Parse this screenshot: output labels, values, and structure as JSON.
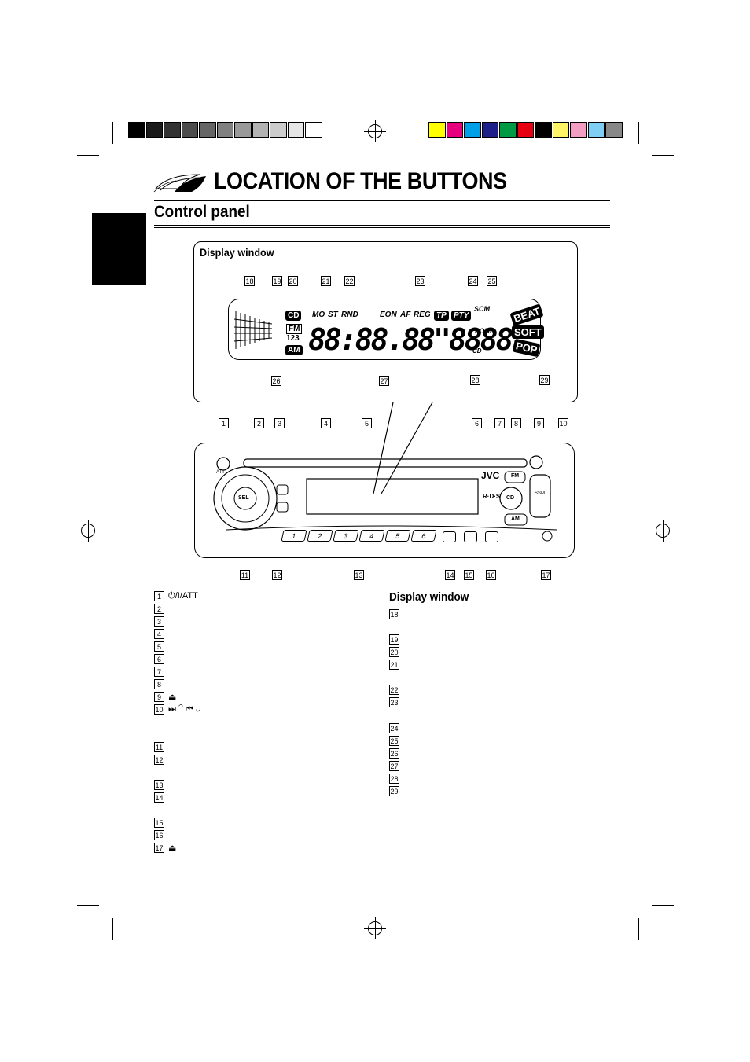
{
  "page_title": "LOCATION OF THE BUTTONS",
  "section_title": "Control panel",
  "callout_label": "Display window",
  "list_section_label": "Display window",
  "color_bar_left": [
    "#000000",
    "#1a1a1a",
    "#333333",
    "#4d4d4d",
    "#666666",
    "#808080",
    "#999999",
    "#b3b3b3",
    "#cccccc",
    "#e6e6e6",
    "#ffffff"
  ],
  "color_bar_right": [
    "#ffff00",
    "#e6007e",
    "#00a0e9",
    "#1d2088",
    "#009944",
    "#e60012",
    "#000000",
    "#fff566",
    "#f19ec2",
    "#7fcef4",
    "#888888"
  ],
  "lcd": {
    "cd": "CD",
    "fm": "FM",
    "preset_nums": "123",
    "am": "AM",
    "mo": "MO",
    "st": "ST",
    "rnd": "RND",
    "eon": "EON",
    "af": "AF",
    "reg": "REG",
    "tp": "TP",
    "pty": "PTY",
    "scm": "SCM",
    "loud": "LOUD",
    "cd_small": "CD",
    "beat": "BEAT",
    "soft": "SOFT",
    "pop": "POP",
    "segments": "88:88.88\"8888"
  },
  "panel": {
    "brand": "JVC",
    "sel": "SEL",
    "fm": "FM",
    "cd": "CD",
    "am": "AM",
    "ssm": "SSM",
    "rds": "R·D·S",
    "att": "ATT",
    "presets": [
      "1",
      "2",
      "3",
      "4",
      "5",
      "6"
    ]
  },
  "callout_numbers": [
    "18",
    "19",
    "20",
    "21",
    "22",
    "23",
    "24",
    "25",
    "26",
    "27",
    "28",
    "29"
  ],
  "panel_top_numbers": [
    "1",
    "2",
    "3",
    "4",
    "5",
    "6",
    "7",
    "8",
    "9",
    "10"
  ],
  "panel_bottom_numbers": [
    "11",
    "12",
    "13",
    "14",
    "15",
    "16",
    "17"
  ],
  "left_list": [
    "1",
    "2",
    "3",
    "4",
    "5",
    "6",
    "7",
    "8",
    "9",
    "10",
    "11",
    "12",
    "13",
    "14",
    "15",
    "16",
    "17"
  ],
  "right_list": [
    "18",
    "19",
    "20",
    "21",
    "22",
    "23",
    "24",
    "25",
    "26",
    "27",
    "28",
    "29"
  ],
  "left_list_glyphs": {
    "item1": "⏻/I/ATT",
    "item9": "⏏",
    "item10": "⏭ ⌃ ⏮ ⌄",
    "item17": "⏏"
  }
}
